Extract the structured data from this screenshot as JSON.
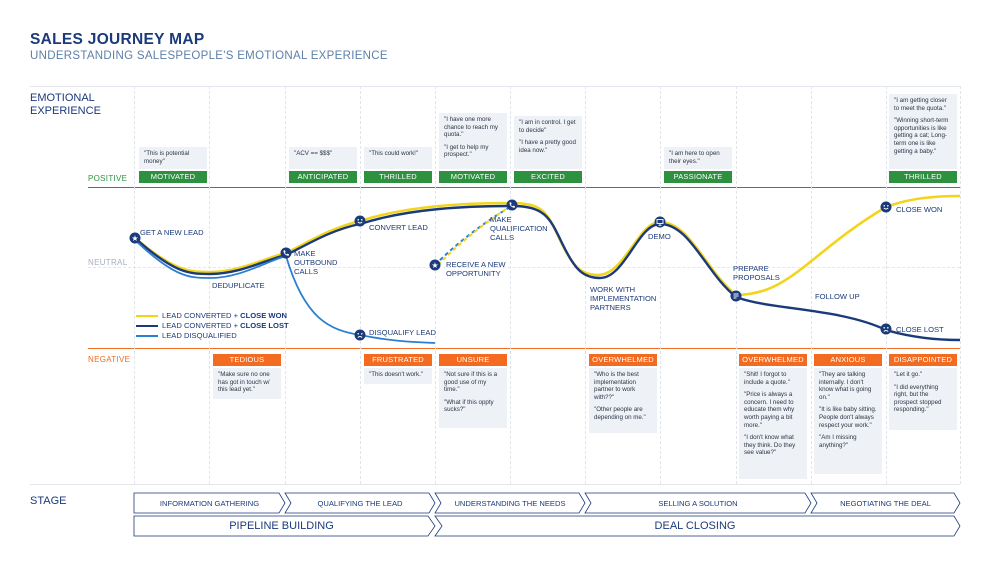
{
  "header": {
    "title": "SALES JOURNEY MAP",
    "subtitle": "UNDERSTANDING SALESPEOPLE'S EMOTIONAL EXPERIENCE"
  },
  "rows": {
    "emotional_experience": "EMOTIONAL EXPERIENCE",
    "stage": "STAGE"
  },
  "bands": {
    "positive": "POSITIVE",
    "neutral": "NEUTRAL",
    "negative": "NEGATIVE"
  },
  "colors": {
    "navy": "#1b3a7a",
    "yellow": "#f2d51b",
    "blue": "#2b7fd0",
    "green": "#2e9140",
    "orange": "#f26b21"
  },
  "positive_emotions": [
    {
      "label": "MOTIVATED",
      "quotes": [
        "\"This is potential money\""
      ]
    },
    {
      "label": "ANTICIPATED",
      "quotes": [
        "\"ACV == $$$\""
      ]
    },
    {
      "label": "THRILLED",
      "quotes": [
        "\"This could work!\""
      ]
    },
    {
      "label": "MOTIVATED",
      "quotes": [
        "\"I have one more chance to reach my quota.\"",
        "\"I get to help my prospect.\""
      ]
    },
    {
      "label": "EXCITED",
      "quotes": [
        "\"I am in control. I get to decide\"",
        "\"I have a pretty good idea now.\""
      ]
    },
    {
      "label": "PASSIONATE",
      "quotes": [
        "\"I am here to open their eyes.\""
      ]
    },
    {
      "label": "THRILLED",
      "quotes": [
        "\"I am getting closer to meet the quota.\"",
        "\"Winning short-term opportunities is like getting a cat; Long-term one is like getting a baby.\""
      ]
    }
  ],
  "negative_emotions": [
    {
      "label": "TEDIOUS",
      "quotes": [
        "\"Make sure no one has got in touch w/ this lead yet.\""
      ]
    },
    {
      "label": "FRUSTRATED",
      "quotes": [
        "\"This doesn't work.\""
      ]
    },
    {
      "label": "UNSURE",
      "quotes": [
        "\"Not sure if this is a good use of my time.\"",
        "\"What if this oppty sucks?\""
      ]
    },
    {
      "label": "OVERWHELMED",
      "quotes": [
        "\"Who is the best implementation partner to work with??\"",
        "\"Other people are depending on me.\""
      ]
    },
    {
      "label": "OVERWHELMED",
      "quotes": [
        "\"Shit! I forgot to include a quote.\"",
        "\"Price is always a concern. I need to educate them why worth paying a bit more.\"",
        "\"I don't know what they think. Do they see value?\""
      ]
    },
    {
      "label": "ANXIOUS",
      "quotes": [
        "\"They are talking internally. I don't know what is going on.\"",
        "\"It is like baby sitting. People don't always respect your work.\"",
        "\"Am I missing anything?\""
      ]
    },
    {
      "label": "DISAPPOINTED",
      "quotes": [
        "\"Let it go.\"",
        "\"I did everything right, but the prospect stopped responding.\""
      ]
    }
  ],
  "touchpoints": {
    "get_lead": "GET A NEW LEAD",
    "deduplicate": "DEDUPLICATE",
    "make_calls": "MAKE OUTBOUND CALLS",
    "convert_lead": "CONVERT LEAD",
    "disqualify": "DISQUALIFY LEAD",
    "receive_opp": "RECEIVE A NEW OPPORTUNITY",
    "qualification": "MAKE QUALIFICATION CALLS",
    "implementation": "WORK WITH IMPLEMENTATION PARTNERS",
    "demo": "DEMO",
    "proposals": "PREPARE PROPOSALS",
    "follow_up": "FOLLOW UP",
    "close_won": "CLOSE WON",
    "close_lost": "CLOSE LOST"
  },
  "legend": [
    {
      "prefix": "LEAD CONVERTED + ",
      "bold": "CLOSE WON",
      "color": "yellow"
    },
    {
      "prefix": "LEAD CONVERTED + ",
      "bold": "CLOSE LOST",
      "color": "navy"
    },
    {
      "prefix": "LEAD DISQUALIFIED",
      "bold": "",
      "color": "blue"
    }
  ],
  "stages": [
    "INFORMATION GATHERING",
    "QUALIFYING THE LEAD",
    "UNDERSTANDING THE NEEDS",
    "SELLING A SOLUTION",
    "NEGOTIATING THE DEAL"
  ],
  "phases": [
    "PIPELINE BUILDING",
    "DEAL CLOSING"
  ]
}
